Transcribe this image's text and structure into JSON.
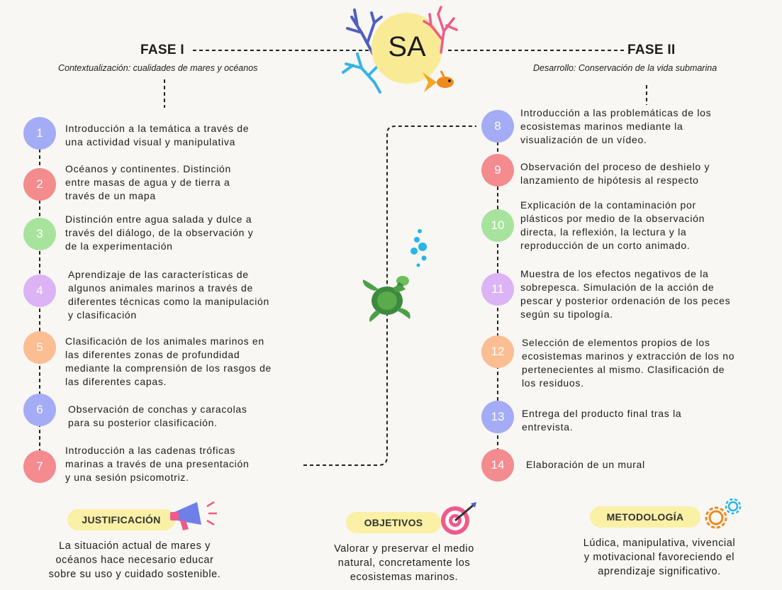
{
  "header": {
    "center_label": "SA",
    "phase1": {
      "title": "FASE I",
      "subtitle": "Contextualización: cualidades de mares y océanos"
    },
    "phase2": {
      "title": "FASE II",
      "subtitle": "Desarrollo: Conservación de la vida submarina"
    }
  },
  "colors": {
    "blue": "#a4acf6",
    "pink": "#f48b8f",
    "green": "#a7e39c",
    "purple": "#dcb3f5",
    "orange": "#fbbd92",
    "pill": "#faf0a6",
    "sun": "#f9eb96"
  },
  "phase1_steps": [
    {
      "num": "1",
      "text": "Introducción a la temática a través de una actividad visual y manipulativa",
      "color": "blue",
      "lines": [
        "Introducción a la temática a través de",
        "una actividad visual y manipulativa"
      ]
    },
    {
      "num": "2",
      "text": "Océanos y continentes. Distinción entre masas de agua y de tierra a través de un mapa",
      "color": "pink",
      "lines": [
        "Océanos y continentes. Distinción",
        "entre masas de agua y de tierra a",
        "través de un mapa"
      ]
    },
    {
      "num": "3",
      "text": "Distinción entre agua salada y dulce a través del diálogo, de la observación y de la experimentación",
      "color": "green",
      "lines": [
        "Distinción entre agua salada y dulce a",
        "través del diálogo, de la observación y",
        "de la experimentación"
      ]
    },
    {
      "num": "4",
      "text": "Aprendizaje de las características de algunos animales marinos a través de diferentes técnicas como la manipulación y clasificación",
      "color": "purple",
      "lines": [
        "Aprendizaje de las características de",
        "algunos animales marinos a través de",
        "diferentes técnicas como la manipulación",
        "y clasificación"
      ]
    },
    {
      "num": "5",
      "text": "Clasificación de los animales marinos en las diferentes zonas de profundidad mediante la comprensión de los rasgos de las diferentes capas.",
      "color": "orange",
      "lines": [
        "Clasificación de los animales marinos en",
        "las diferentes zonas de profundidad",
        "mediante la comprensión de los rasgos de",
        "las diferentes capas."
      ]
    },
    {
      "num": "6",
      "text": "Observación de conchas y caracolas para su posterior clasificación.",
      "color": "blue",
      "lines": [
        "Observación de conchas y caracolas",
        "para su posterior clasificación."
      ]
    },
    {
      "num": "7",
      "text": "Introducción a las cadenas tróficas marinas a través de una presentación y una sesión psicomotriz.",
      "color": "pink",
      "lines": [
        "Introducción a las cadenas tróficas",
        "marinas a través de una presentación",
        "y una sesión psicomotriz."
      ]
    }
  ],
  "phase2_steps": [
    {
      "num": "8",
      "text": "Introducción a las problemáticas de los ecosistemas marinos mediante la visualización de un vídeo.",
      "color": "blue",
      "lines": [
        "Introducción a las problemáticas de los",
        "ecosistemas marinos mediante la",
        "visualización de un vídeo."
      ]
    },
    {
      "num": "9",
      "text": "Observación del proceso de deshielo y lanzamiento de hipótesis al respecto",
      "color": "pink",
      "lines": [
        "Observación del proceso de deshielo y",
        "lanzamiento de hipótesis al respecto"
      ]
    },
    {
      "num": "10",
      "text": "Explicación de la contaminación por plásticos por medio de la observación directa, la reflexión, la lectura y la reproducción de un corto animado.",
      "color": "green",
      "lines": [
        "Explicación de la contaminación por",
        "plásticos por medio de la observación",
        "directa, la reflexión, la lectura y la",
        "reproducción de un corto animado."
      ]
    },
    {
      "num": "11",
      "text": "Muestra de los efectos negativos de la sobrepesca. Simulación de la acción de pescar y posterior ordenación de los peces según su tipología.",
      "color": "purple",
      "lines": [
        "Muestra de los efectos negativos de la",
        "sobrepesca. Simulación de la acción de",
        "pescar y posterior ordenación de los peces",
        "según su tipología."
      ]
    },
    {
      "num": "12",
      "text": "Selección de elementos propios de los ecosistemas marinos y extracción de los no pertenecientes al mismo. Clasificación de los residuos.",
      "color": "orange",
      "lines": [
        "Selección de elementos propios de los",
        "ecosistemas marinos y extracción de los no",
        "pertenecientes al mismo. Clasificación de",
        "los residuos."
      ]
    },
    {
      "num": "13",
      "text": "Entrega del producto final tras la entrevista.",
      "color": "blue",
      "lines": [
        "Entrega del producto final tras la",
        "entrevista."
      ]
    },
    {
      "num": "14",
      "text": "Elaboración de un mural",
      "color": "pink",
      "lines": [
        "Elaboración de un mural"
      ]
    }
  ],
  "bottom": {
    "justificacion": {
      "label": "JUSTIFICACIÓN",
      "text": "La situación actual de mares y océanos hace necesario educar sobre su uso y cuidado sostenible.",
      "lines": [
        "La situación actual de mares y",
        "océanos hace necesario educar",
        "sobre su uso y cuidado sostenible."
      ]
    },
    "objetivos": {
      "label": "OBJETIVOS",
      "text": "Valorar y preservar el medio natural, concretamente los ecosistemas marinos.",
      "lines": [
        "Valorar y preservar el medio",
        "natural, concretamente los",
        "ecosistemas marinos."
      ]
    },
    "metodologia": {
      "label": "METODOLOGÍA",
      "text": "Lúdica, manipulativa, vivencial y motivacional favoreciendo el aprendizaje significativo.",
      "lines": [
        "Lúdica, manipulativa, vivencial",
        "y motivacional favoreciendo el",
        "aprendizaje significativo."
      ]
    }
  },
  "icons": [
    "coral-icon",
    "goldfish-icon",
    "sea-turtle-icon",
    "bubbles-icon",
    "megaphone-icon",
    "target-icon",
    "gears-icon"
  ]
}
